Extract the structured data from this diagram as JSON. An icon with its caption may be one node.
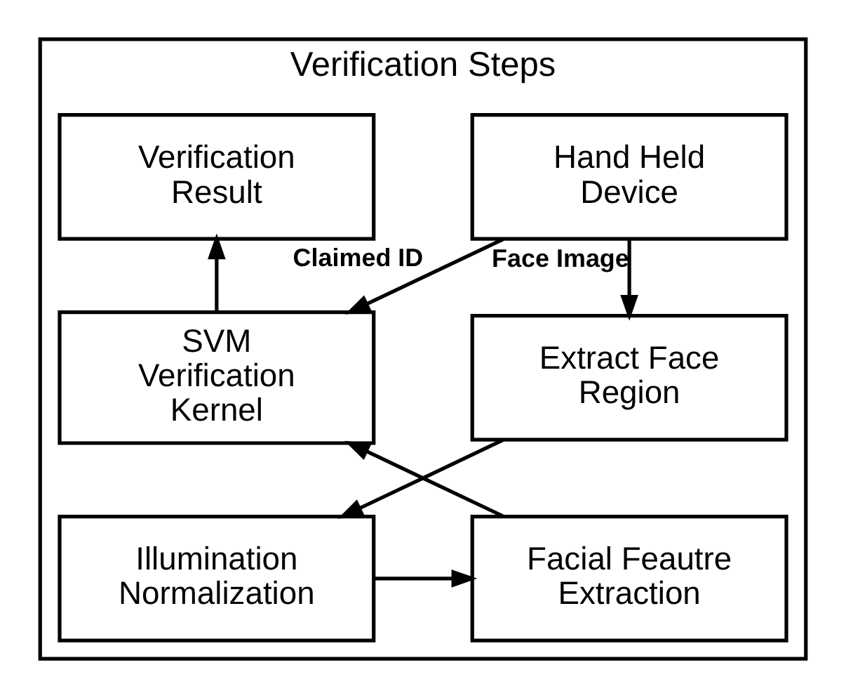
{
  "diagram": {
    "nodes": [
      {
        "text": [
          "Verification Steps"
        ]
      },
      {
        "text": [
          "Hand Held Device"
        ],
        "in": 0
      },
      {
        "text": [
          "Verification Result"
        ],
        "in": 0
      },
      {
        "text": [
          "Extract Face Region"
        ],
        "in": 0
      },
      {
        "text": [
          "SVM Verification Kernel"
        ],
        "in": 0
      },
      {
        "text": [
          "Illumination Normalization"
        ],
        "in": 0
      },
      {
        "text": [
          "Facial Feautre Extraction"
        ],
        "in": 0
      }
    ],
    "edges": [
      {
        "from": 1,
        "to": 3,
        "arrow": "to",
        "label": "Face Image"
      },
      {
        "from": 1,
        "to": 4,
        "arrow": "to",
        "label": "Claimed ID"
      },
      {
        "from": 3,
        "to": 5,
        "arrow": "to"
      },
      {
        "from": 5,
        "to": 6,
        "arrow": "to"
      },
      {
        "from": 6,
        "to": 4,
        "arrow": "to"
      },
      {
        "from": 4,
        "to": 2,
        "arrow": "to"
      }
    ]
  }
}
